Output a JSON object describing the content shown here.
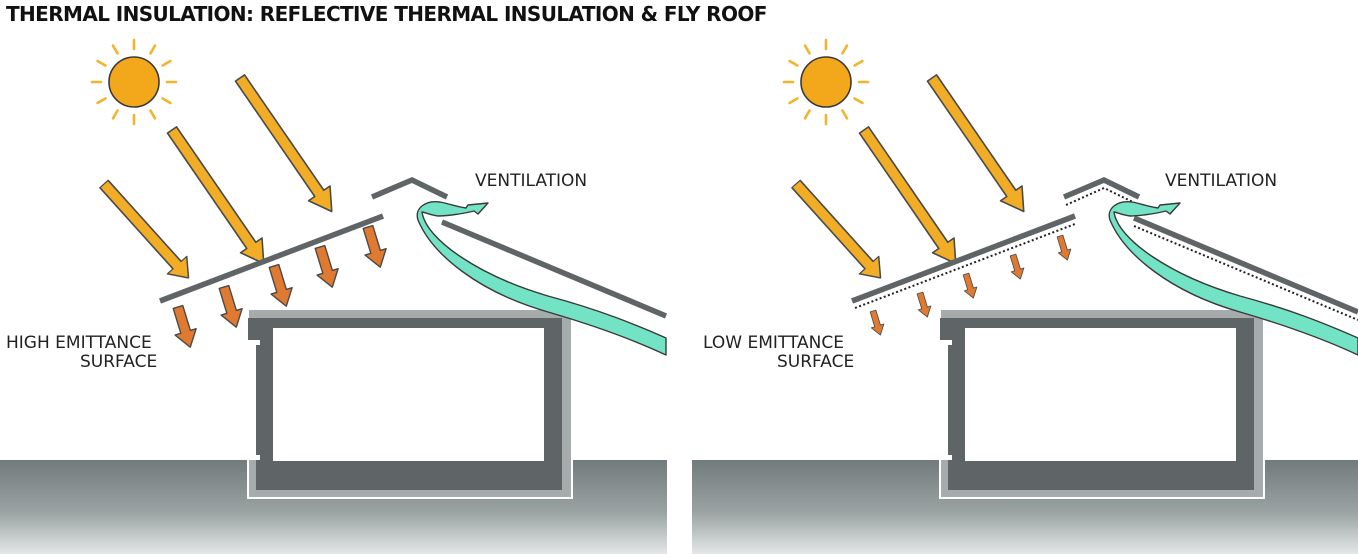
{
  "title": "THERMAL INSULATION: REFLECTIVE THERMAL INSULATION & FLY ROOF",
  "panels": [
    {
      "label_line1": "HIGH EMITTANCE",
      "label_line2": "SURFACE",
      "ventilation": "VENTILATION"
    },
    {
      "label_line1": "LOW EMITTANCE",
      "label_line2": "SURFACE",
      "ventilation": "VENTILATION"
    }
  ],
  "colors": {
    "sun": "#f3a81c",
    "solar_ray": "#f2ad26",
    "radiant_heat": "#e07a30",
    "airflow": "#72e3c4",
    "roof": "#5f6567",
    "ground": "#737b7c"
  }
}
